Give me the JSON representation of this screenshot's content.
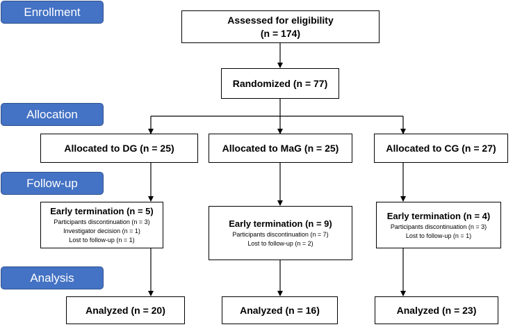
{
  "phases": {
    "enrollment": "Enrollment",
    "allocation": "Allocation",
    "followup": "Follow-up",
    "analysis": "Analysis"
  },
  "eligibility": {
    "title": "Assessed for eligibility",
    "count": "(n = 174)"
  },
  "randomized": "Randomized (n = 77)",
  "arms": [
    {
      "allocated": "Allocated to DG (n = 25)",
      "termination": "Early termination (n = 5)",
      "reasons": [
        "Participants discontinuation (n = 3)",
        "Investigator decision (n = 1)",
        "Lost to follow-up (n = 1)"
      ],
      "analyzed": "Analyzed (n = 20)"
    },
    {
      "allocated": "Allocated to MaG (n = 25)",
      "termination": "Early termination (n = 9)",
      "reasons": [
        "Participants discontinuation (n = 7)",
        "Lost to follow-up (n = 2)"
      ],
      "analyzed": "Analyzed (n = 16)"
    },
    {
      "allocated": "Allocated to CG (n = 27)",
      "termination": "Early termination (n = 4)",
      "reasons": [
        "Participants discontinuation (n = 3)",
        "Lost to follow-up (n = 1)"
      ],
      "analyzed": "Analyzed (n = 23)"
    }
  ],
  "colors": {
    "phase_fill": "#4472c4",
    "phase_text": "#ffffff",
    "box_border": "#000000"
  }
}
